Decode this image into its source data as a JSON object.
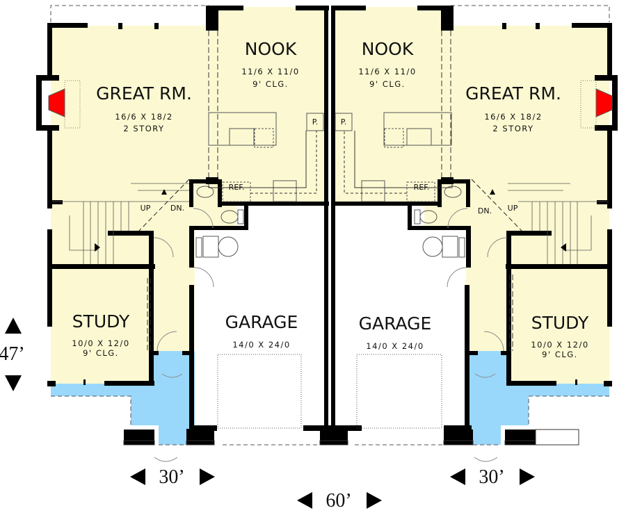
{
  "plan": {
    "units": [
      {
        "side": "left",
        "rooms": {
          "great_room": {
            "name": "GREAT RM.",
            "dims": "16/6 X 18/2",
            "note": "2 STORY"
          },
          "nook": {
            "name": "NOOK",
            "dims": "11/6 X 11/0",
            "note": "9' CLG."
          },
          "study": {
            "name": "STUDY",
            "dims": "10/0 X 12/0",
            "note": "9' CLG."
          },
          "garage": {
            "name": "GARAGE",
            "dims": "14/0 X 24/0"
          }
        },
        "labels": {
          "pantry": "P.",
          "ref": "REF.",
          "up": "UP",
          "down": "DN."
        }
      },
      {
        "side": "right",
        "rooms": {
          "great_room": {
            "name": "GREAT RM.",
            "dims": "16/6 X 18/2",
            "note": "2 STORY"
          },
          "nook": {
            "name": "NOOK",
            "dims": "11/6 X 11/0",
            "note": "9' CLG."
          },
          "study": {
            "name": "STUDY",
            "dims": "10/0 X 12/0",
            "note": "9' CLG."
          },
          "garage": {
            "name": "GARAGE",
            "dims": "14/0 X 24/0"
          }
        },
        "labels": {
          "pantry": "P.",
          "ref": "REF.",
          "up": "UP",
          "down": "DN."
        }
      }
    ],
    "dimensions": {
      "depth": "47’",
      "unit_width_left": "30’",
      "unit_width_right": "30’",
      "total_width": "60’"
    },
    "colors": {
      "living": "#fcf9d2",
      "porch": "#99d8fb",
      "fireplace": "#ff0000",
      "wall": "#000000",
      "garage": "#ffffff"
    }
  }
}
